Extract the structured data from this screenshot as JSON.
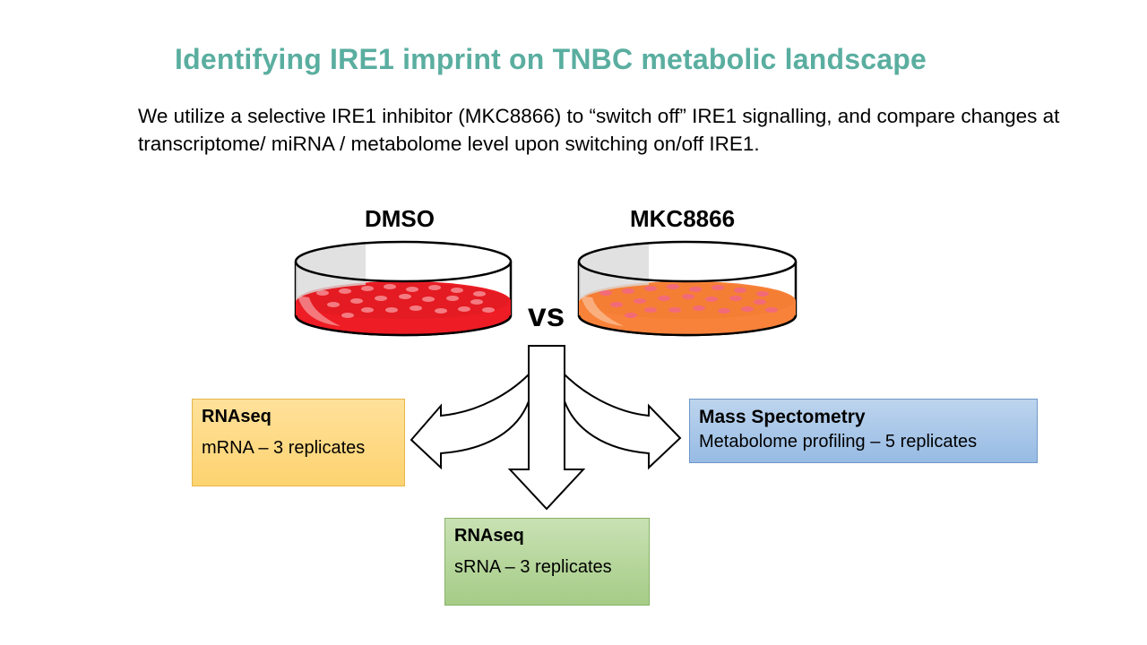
{
  "title": "Identifying IRE1 imprint on TNBC metabolic landscape",
  "subtitle": "We utilize a selective IRE1 inhibitor (MKC8866) to “switch off” IRE1 signalling, and compare changes at transcriptome/ miRNA / metabolome level upon switching on/off IRE1.",
  "dishes": {
    "left": {
      "label": "DMSO",
      "medium_color": "#ee1c24"
    },
    "right": {
      "label": "MKC8866",
      "medium_color": "#f8823a"
    }
  },
  "vs_label": "vs",
  "boxes": {
    "mrna": {
      "title": "RNAseq",
      "text": "mRNA – 3 replicates",
      "color": "#fdd370"
    },
    "srna": {
      "title": "RNAseq",
      "text": "sRNA – 3 replicates",
      "color": "#a5cc87"
    },
    "ms": {
      "title": "Mass Spectometry",
      "text": "Metabolome profiling – 5 replicates",
      "color": "#97bbe4"
    }
  },
  "colors": {
    "title": "#5aaea0"
  }
}
